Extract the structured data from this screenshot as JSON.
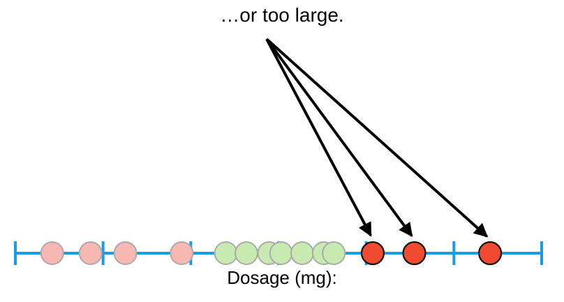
{
  "annotation": {
    "text": "…or too large."
  },
  "axis": {
    "label": "Dosage (mg):",
    "tick_count": 7
  },
  "colors": {
    "axis": "#1a9be8",
    "too_small": "#f6b8b0",
    "too_small_stroke": "#aaaaaa",
    "effective": "#c6eab0",
    "effective_stroke": "#aaaaaa",
    "too_large": "#f04a30",
    "too_large_stroke": "#111111",
    "arrow": "#000000"
  },
  "points": [
    {
      "group": "too_small",
      "x": 0.07
    },
    {
      "group": "too_small",
      "x": 0.143
    },
    {
      "group": "too_small",
      "x": 0.209
    },
    {
      "group": "too_small",
      "x": 0.316
    },
    {
      "group": "effective",
      "x": 0.4
    },
    {
      "group": "effective",
      "x": 0.439
    },
    {
      "group": "effective",
      "x": 0.482
    },
    {
      "group": "effective",
      "x": 0.505
    },
    {
      "group": "effective",
      "x": 0.545
    },
    {
      "group": "effective",
      "x": 0.586
    },
    {
      "group": "effective",
      "x": 0.605
    },
    {
      "group": "too_large",
      "x": 0.679
    },
    {
      "group": "too_large",
      "x": 0.758
    },
    {
      "group": "too_large",
      "x": 0.902
    }
  ],
  "arrows": [
    {
      "target": 11
    },
    {
      "target": 12
    },
    {
      "target": 13
    }
  ]
}
